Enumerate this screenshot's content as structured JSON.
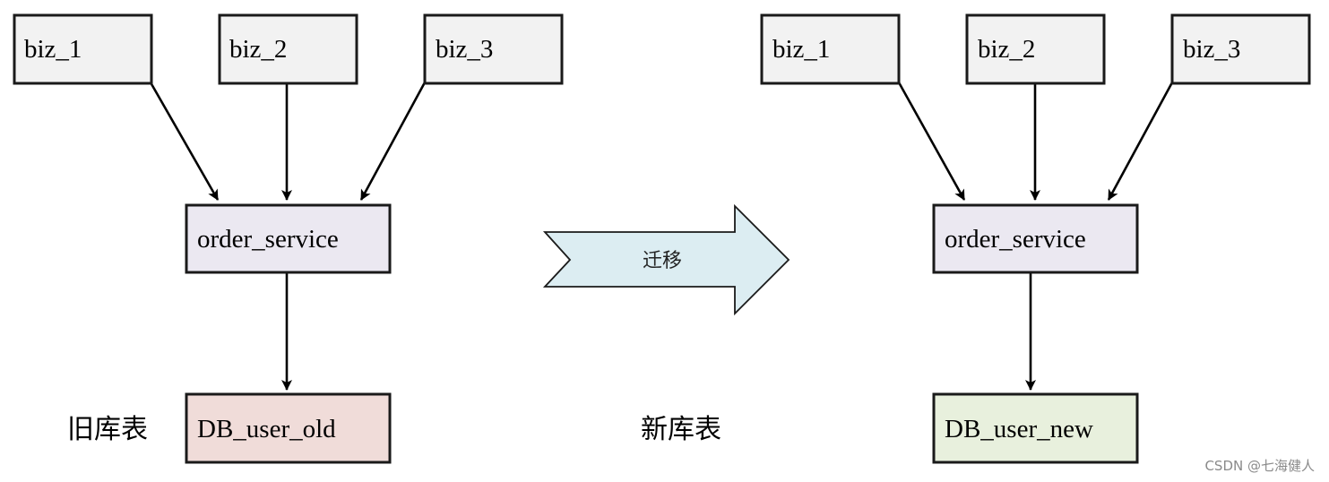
{
  "diagram": {
    "left": {
      "callers": [
        "biz_1",
        "biz_2",
        "biz_3"
      ],
      "service": "order_service",
      "database": "DB_user_old",
      "db_label": "旧库表"
    },
    "right": {
      "callers": [
        "biz_1",
        "biz_2",
        "biz_3"
      ],
      "service": "order_service",
      "database": "DB_user_new",
      "db_label": "新库表"
    },
    "migration_label": "迁移"
  },
  "watermark": "CSDN @七海健人",
  "colors": {
    "caller_fill": "#f2f2f2",
    "service_fill": "#ebe8f1",
    "old_db_fill": "#f0dcd9",
    "new_db_fill": "#e8f0dd",
    "migrate_arrow_fill": "#dcedf2",
    "stroke": "#1a1a1a"
  }
}
